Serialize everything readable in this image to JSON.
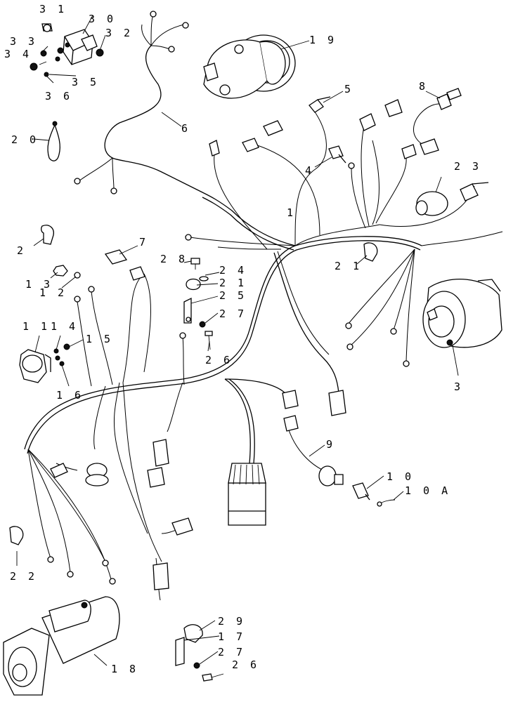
{
  "callouts": [
    {
      "id": "lbl-31",
      "text": "3 1"
    },
    {
      "id": "lbl-30",
      "text": "3 0"
    },
    {
      "id": "lbl-32",
      "text": "3 2"
    },
    {
      "id": "lbl-33",
      "text": "3 3"
    },
    {
      "id": "lbl-34",
      "text": "3 4"
    },
    {
      "id": "lbl-35",
      "text": "3 5"
    },
    {
      "id": "lbl-36",
      "text": "3 6"
    },
    {
      "id": "lbl-19",
      "text": "1 9"
    },
    {
      "id": "lbl-5",
      "text": "5"
    },
    {
      "id": "lbl-8",
      "text": "8"
    },
    {
      "id": "lbl-6",
      "text": "6"
    },
    {
      "id": "lbl-20",
      "text": "2 0"
    },
    {
      "id": "lbl-4",
      "text": "4"
    },
    {
      "id": "lbl-23",
      "text": "2 3"
    },
    {
      "id": "lbl-1",
      "text": "1"
    },
    {
      "id": "lbl-2",
      "text": "2"
    },
    {
      "id": "lbl-7",
      "text": "7"
    },
    {
      "id": "lbl-28",
      "text": "2 8"
    },
    {
      "id": "lbl-24",
      "text": "2 4"
    },
    {
      "id": "lbl-21a",
      "text": "2 1"
    },
    {
      "id": "lbl-21b",
      "text": "2 1"
    },
    {
      "id": "lbl-25",
      "text": "2 5"
    },
    {
      "id": "lbl-13",
      "text": "1 3"
    },
    {
      "id": "lbl-12",
      "text": "1 2"
    },
    {
      "id": "lbl-27a",
      "text": "2 7"
    },
    {
      "id": "lbl-26a",
      "text": "2 6"
    },
    {
      "id": "lbl-11",
      "text": "1 1"
    },
    {
      "id": "lbl-14",
      "text": "1 4"
    },
    {
      "id": "lbl-15",
      "text": "1 5"
    },
    {
      "id": "lbl-16",
      "text": "1 6"
    },
    {
      "id": "lbl-3",
      "text": "3"
    },
    {
      "id": "lbl-9",
      "text": "9"
    },
    {
      "id": "lbl-10",
      "text": "1 0"
    },
    {
      "id": "lbl-10a",
      "text": "1 0 A"
    },
    {
      "id": "lbl-22",
      "text": "2 2"
    },
    {
      "id": "lbl-29",
      "text": "2 9"
    },
    {
      "id": "lbl-17",
      "text": "1 7"
    },
    {
      "id": "lbl-27b",
      "text": "2 7"
    },
    {
      "id": "lbl-26b",
      "text": "2 6"
    },
    {
      "id": "lbl-18",
      "text": "1 8"
    }
  ]
}
